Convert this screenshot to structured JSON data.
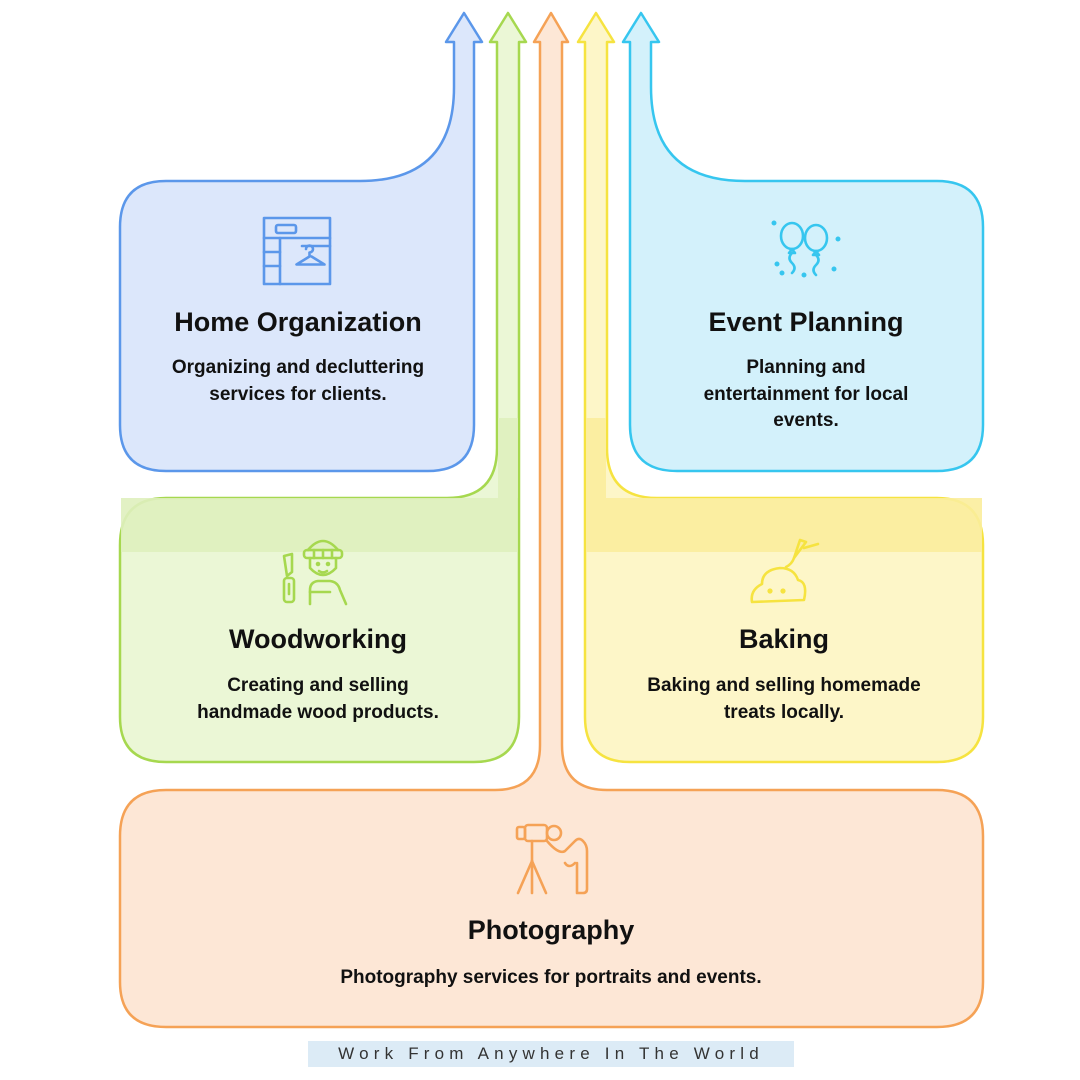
{
  "colors": {
    "blue": "#5b97ea",
    "blue_fill": "#dce7fb",
    "green": "#a6d84f",
    "green_fill": "#ebf7d6",
    "orange": "#f5a256",
    "orange_fill": "#fde7d6",
    "yellow": "#f6e340",
    "yellow_fill": "#fdf6c8",
    "cyan": "#36c6ef",
    "cyan_fill": "#d3f1fb"
  },
  "cards": [
    {
      "id": "home-organization",
      "icon": "wardrobe-hanger-icon",
      "title": "Home Organization",
      "description": "Organizing and decluttering services for clients."
    },
    {
      "id": "event-planning",
      "icon": "balloons-icon",
      "title": "Event Planning",
      "description": "Planning and entertainment for local events."
    },
    {
      "id": "woodworking",
      "icon": "carpenter-saw-icon",
      "title": "Woodworking",
      "description": "Creating and selling handmade wood products."
    },
    {
      "id": "baking",
      "icon": "dough-piping-icon",
      "title": "Baking",
      "description": "Baking and selling homemade treats locally."
    },
    {
      "id": "photography",
      "icon": "photographer-camera-icon",
      "title": "Photography",
      "description": "Photography services for portraits and events."
    }
  ],
  "footer": "Work From Anywhere In The World"
}
